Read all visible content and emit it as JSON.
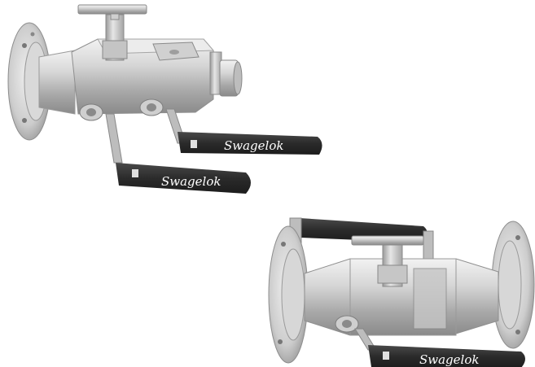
{
  "product_photo": {
    "background": "#ffffff",
    "metal_color": "#c9c9c9",
    "handle_color": "#2b2b2b",
    "brand_text_color": "#ffffff",
    "valve_upper": {
      "handles": [
        {
          "label": "Swagelok"
        },
        {
          "label": "Swagelok"
        }
      ]
    },
    "valve_lower": {
      "handles": [
        {
          "label": "Swagelok"
        }
      ]
    }
  }
}
